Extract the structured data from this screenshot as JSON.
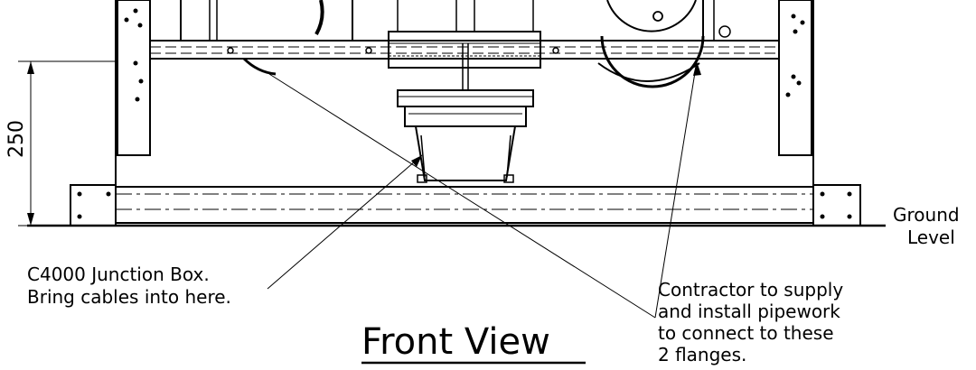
{
  "drawing": {
    "view_title": "Front View",
    "dimension_value": "250",
    "ground_label_line1": "Ground",
    "ground_label_line2": "Level",
    "junction_box_line1": "C4000 Junction Box.",
    "junction_box_line2": "Bring cables into here.",
    "contractor_line1": "Contractor to supply",
    "contractor_line2": "and install pipework",
    "contractor_line3": "to connect to these",
    "contractor_line4": "2 flanges."
  }
}
